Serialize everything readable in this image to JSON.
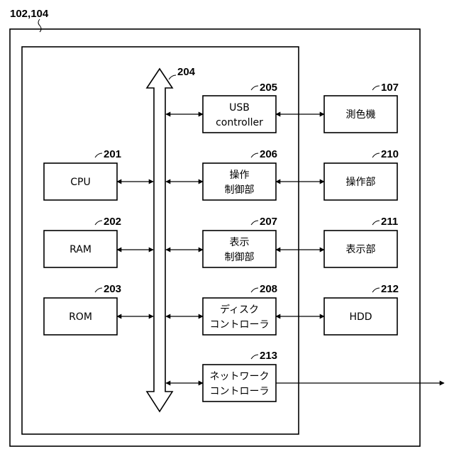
{
  "outer_ref": "102,104",
  "bus_ref": "204",
  "left_blocks": [
    {
      "ref": "201",
      "label": "CPU"
    },
    {
      "ref": "202",
      "label": "RAM"
    },
    {
      "ref": "203",
      "label": "ROM"
    }
  ],
  "controllers": [
    {
      "ref": "205",
      "line1": "USB",
      "line2": "controller"
    },
    {
      "ref": "206",
      "line1": "操作",
      "line2": "制御部"
    },
    {
      "ref": "207",
      "line1": "表示",
      "line2": "制御部"
    },
    {
      "ref": "208",
      "line1": "ディスク",
      "line2": "コントローラ"
    },
    {
      "ref": "213",
      "line1": "ネットワーク",
      "line2": "コントローラ"
    }
  ],
  "devices": [
    {
      "ref": "107",
      "label": "測色機"
    },
    {
      "ref": "210",
      "label": "操作部"
    },
    {
      "ref": "211",
      "label": "表示部"
    },
    {
      "ref": "212",
      "label": "HDD"
    }
  ]
}
